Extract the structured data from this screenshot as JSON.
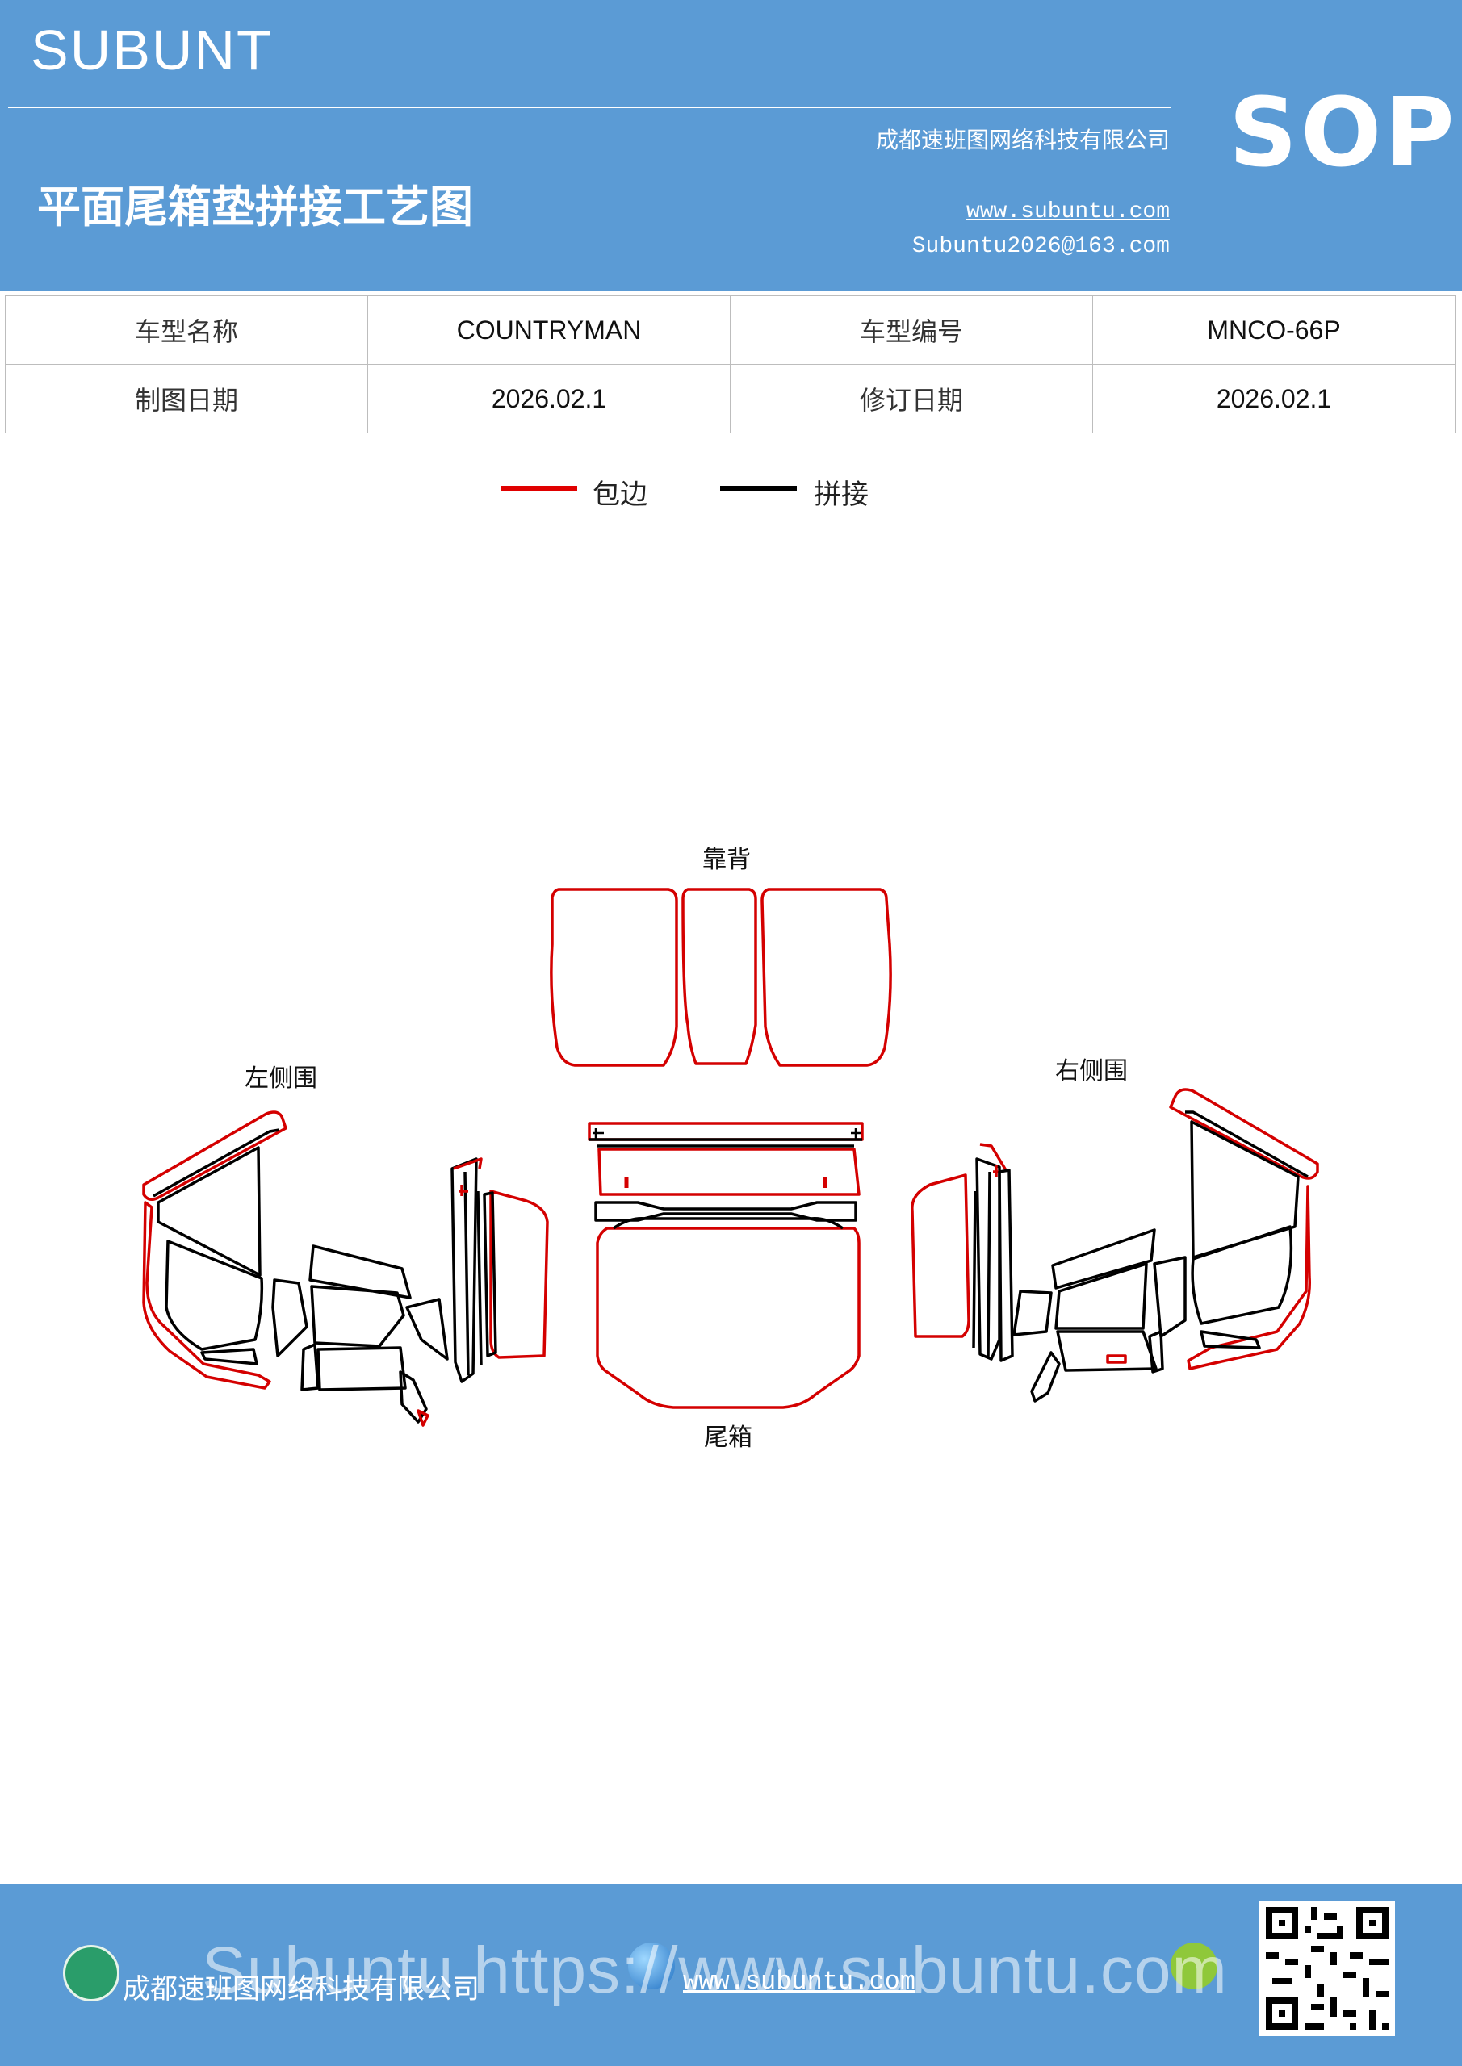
{
  "header": {
    "brand": "SUBUNT",
    "title": "平面尾箱垫拼接工艺图",
    "company": "成都速班图网络科技有限公司",
    "website": "www.subuntu.com",
    "email": "Subuntu2026@163.com",
    "badge": "SOP"
  },
  "info": {
    "model_name_label": "车型名称",
    "model_name": "COUNTRYMAN",
    "model_code_label": "车型编号",
    "model_code": "MNCO-66P",
    "draw_date_label": "制图日期",
    "draw_date": "2026.02.1",
    "revise_date_label": "修订日期",
    "revise_date": "2026.02.1"
  },
  "legend": [
    {
      "label": "包边",
      "color": "#e00000"
    },
    {
      "label": "拼接",
      "color": "#000000"
    }
  ],
  "diagram": {
    "labels": {
      "backrest": "靠背",
      "left_side": "左侧围",
      "right_side": "右侧围",
      "trunk": "尾箱"
    },
    "colors": {
      "edge": "#d40000",
      "seam": "#000000"
    }
  },
  "footer": {
    "company": "成都速班图网络科技有限公司",
    "website": "www.subuntu.com",
    "watermark": "Subuntu https://www.subuntu.com"
  }
}
